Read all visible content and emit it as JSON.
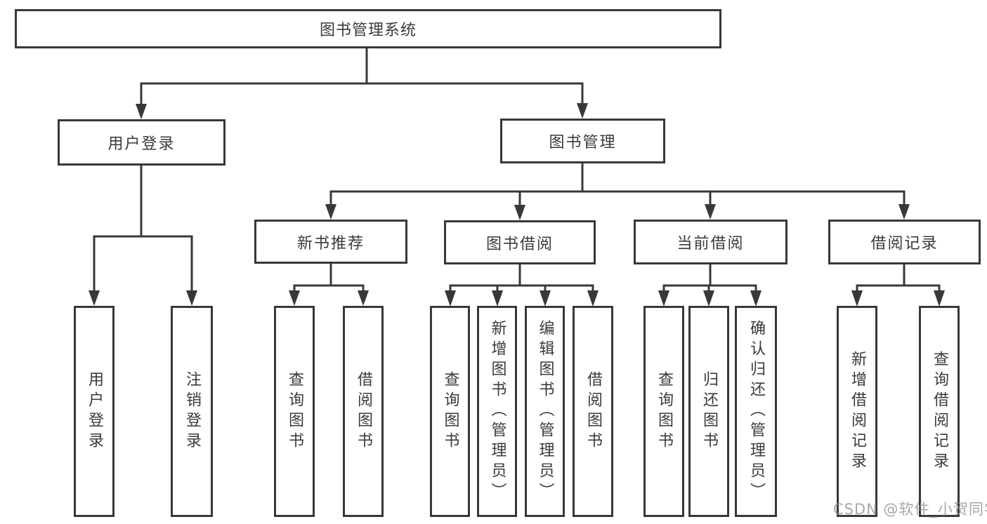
{
  "diagram": {
    "root": {
      "label": "图书管理系统"
    },
    "branches": [
      {
        "label": "用户登录",
        "children": [
          {
            "label": "用户登录"
          },
          {
            "label": "注销登录"
          }
        ]
      },
      {
        "label": "图书管理",
        "children": [
          {
            "label": "新书推荐",
            "children": [
              {
                "label": "查询图书"
              },
              {
                "label": "借阅图书"
              }
            ]
          },
          {
            "label": "图书借阅",
            "children": [
              {
                "label": "查询图书"
              },
              {
                "label": "新增图书（管理员）"
              },
              {
                "label": "编辑图书（管理员）"
              },
              {
                "label": "借阅图书"
              }
            ]
          },
          {
            "label": "当前借阅",
            "children": [
              {
                "label": "查询图书"
              },
              {
                "label": "归还图书"
              },
              {
                "label": "确认归还（管理员）"
              }
            ]
          },
          {
            "label": "借阅记录",
            "children": [
              {
                "label": "新增借阅记录"
              },
              {
                "label": "查询借阅记录"
              }
            ]
          }
        ]
      }
    ]
  },
  "watermark": {
    "text": "CSDN @软件_小贺同学"
  },
  "colors": {
    "line": "#383838",
    "box_border": "#383838",
    "text": "#3a3a3a",
    "background": "#ffffff",
    "watermark": "#999999"
  }
}
